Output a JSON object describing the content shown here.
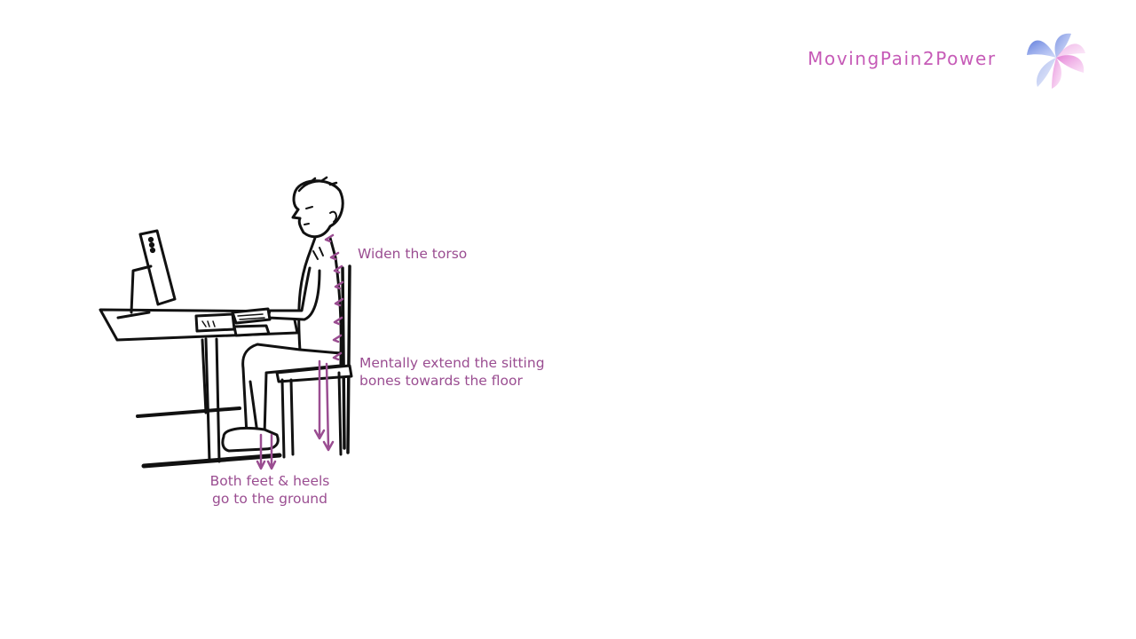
{
  "brand": {
    "name": "MovingPain2Power",
    "logo_icon": "pinwheel-logo-icon",
    "color": "#c65bb7"
  },
  "annotations": {
    "torso": "Widen the torso",
    "sitting_line1": "Mentally extend the sitting",
    "sitting_line2": "bones towards the floor",
    "feet_line1": "Both feet & heels",
    "feet_line2": "go to the ground"
  },
  "colors": {
    "annotation": "#9a4d91",
    "ink": "#111111"
  }
}
